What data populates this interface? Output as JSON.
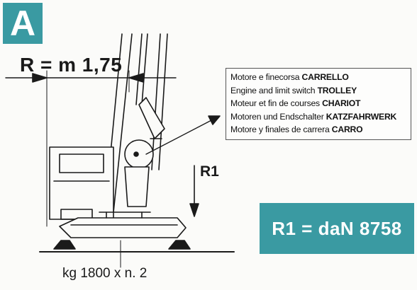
{
  "badge": "A",
  "radius_label": "R = m 1,75",
  "reaction_label": "R1",
  "weight_label": "kg 1800 x n. 2",
  "callout_lines": [
    {
      "prefix": "Motore e finecorsa ",
      "keyword": "CARRELLO"
    },
    {
      "prefix": "Engine and limit switch ",
      "keyword": "TROLLEY"
    },
    {
      "prefix": "Moteur et fin de courses ",
      "keyword": "CHARIOT"
    },
    {
      "prefix": "Motoren und Endschalter ",
      "keyword": "KATZFAHRWERK"
    },
    {
      "prefix": "Motore y finales de carrera ",
      "keyword": "CARRO"
    }
  ],
  "result": "R1 = daN 8758",
  "colors": {
    "accent": "#3a9aa2",
    "ink": "#1a1a1a"
  }
}
